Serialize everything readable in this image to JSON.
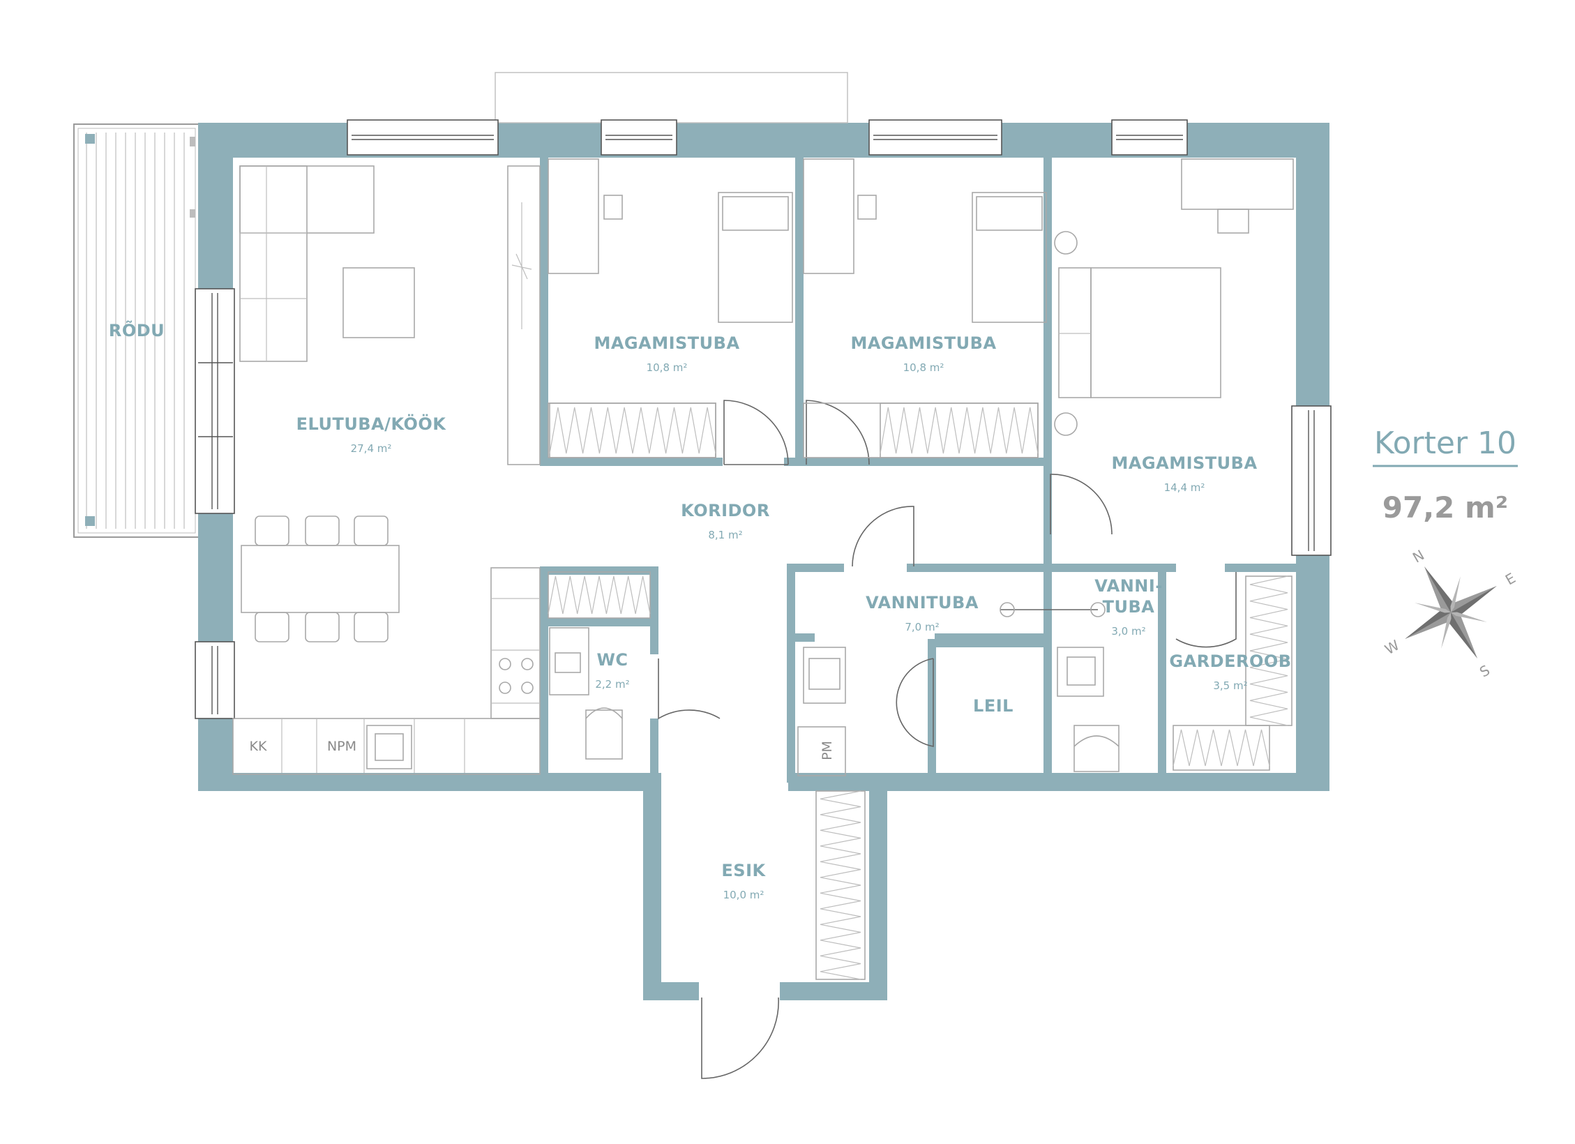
{
  "apartment": {
    "title": "Korter 10",
    "total_area": "97,2 m²"
  },
  "rooms": {
    "rodu": {
      "name": "RÕDU"
    },
    "elutuba": {
      "name": "ELUTUBA/KÖÖK",
      "area": "27,4 m²"
    },
    "magamistuba_1": {
      "name": "MAGAMISTUBA",
      "area": "10,8 m²"
    },
    "magamistuba_2": {
      "name": "MAGAMISTUBA",
      "area": "10,8 m²"
    },
    "magamistuba_3": {
      "name": "MAGAMISTUBA",
      "area": "14,4 m²"
    },
    "koridor": {
      "name": "KORIDOR",
      "area": "8,1 m²"
    },
    "wc": {
      "name": "WC",
      "area": "2,2 m²"
    },
    "vannituba_1": {
      "name": "VANNITUBA",
      "area": "7,0 m²"
    },
    "vannituba_2": {
      "name_line1": "VANNI-",
      "name_line2": "TUBA",
      "area": "3,0 m²"
    },
    "garderoob": {
      "name": "GARDEROOB",
      "area": "3,5 m²"
    },
    "leil": {
      "name": "LEIL"
    },
    "esik": {
      "name": "ESIK",
      "area": "10,0 m²"
    }
  },
  "appliances": {
    "kk": "KK",
    "npm": "NPM",
    "pm": "PM"
  },
  "compass": {
    "n": "N",
    "e": "E",
    "s": "S",
    "w": "W"
  },
  "colors": {
    "wall": "#8eafb8",
    "label": "#82a9b3",
    "furniture": "#a8a8a8"
  }
}
